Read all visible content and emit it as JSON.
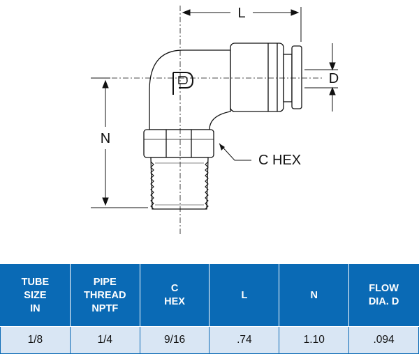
{
  "diagram": {
    "labels": {
      "length": "L",
      "height": "N",
      "diameter": "D",
      "hex": "C HEX"
    }
  },
  "table": {
    "headers": [
      [
        "TUBE",
        "SIZE",
        "IN"
      ],
      [
        "PIPE",
        "THREAD",
        "NPTF"
      ],
      [
        "C",
        "HEX"
      ],
      [
        "L"
      ],
      [
        "N"
      ],
      [
        "FLOW",
        "DIA. D"
      ]
    ],
    "rows": [
      [
        "1/8",
        "1/4",
        "9/16",
        ".74",
        "1.10",
        ".094"
      ]
    ]
  },
  "colors": {
    "header_bg": "#0a6ab5",
    "row_bg": "#d9e6f4",
    "line": "#111111"
  }
}
